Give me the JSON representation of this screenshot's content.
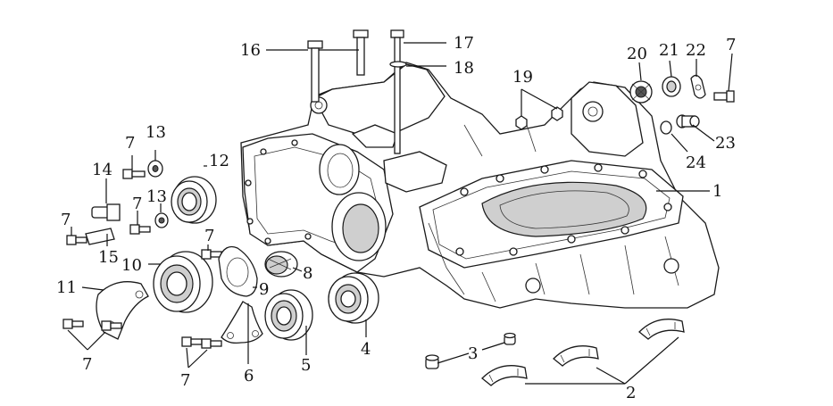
{
  "labels": {
    "p1": "1",
    "p2": "2",
    "p3": "3",
    "p4": "4",
    "p5": "5",
    "p6": "6",
    "p7a": "7",
    "p7b": "7",
    "p7c": "7",
    "p7d": "7",
    "p7e": "7",
    "p7f": "7",
    "p7g": "7",
    "p8": "8",
    "p9": "9",
    "p10": "10",
    "p11": "11",
    "p12": "12",
    "p13a": "13",
    "p13b": "13",
    "p14": "14",
    "p15": "15",
    "p16": "16",
    "p17": "17",
    "p18": "18",
    "p19": "19",
    "p20": "20",
    "p21": "21",
    "p22": "22",
    "p23": "23",
    "p24": "24"
  }
}
